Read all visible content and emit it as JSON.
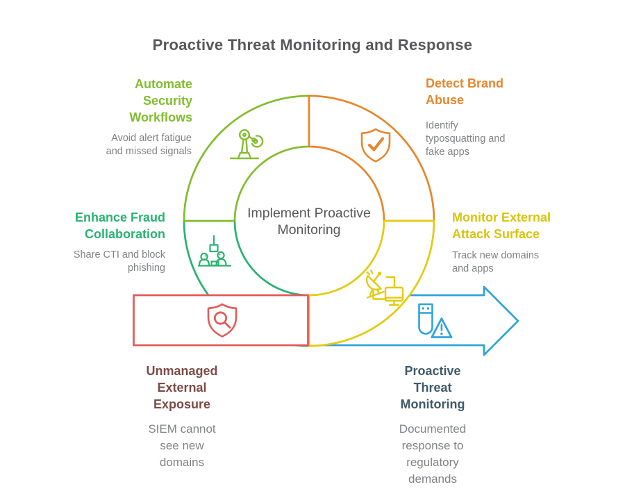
{
  "title": "Proactive Threat Monitoring and Response",
  "center": {
    "label": "Implement Proactive\nMonitoring"
  },
  "colors": {
    "title-gray": "#58585A",
    "subtext-gray": "#808285",
    "green": "#83BD2F",
    "orange": "#E6872C",
    "teal": "#2AB272",
    "yellow": "#E3CB10",
    "yellow-text": "#D8C40D",
    "red": "#E45B57",
    "blue": "#2EA3DC",
    "maroon": "#7B4B45",
    "slate": "#3F5A69"
  },
  "segments": [
    {
      "id": "automate",
      "label": "Automate\nSecurity\nWorkflows",
      "description": "Avoid alert fatigue\nand missed signals",
      "color": "#83BD2F",
      "icon": "robot-arm-icon"
    },
    {
      "id": "detect",
      "label": "Detect Brand\nAbuse",
      "description": "Identify\ntyposquatting and\nfake apps",
      "color": "#E6872C",
      "icon": "shield-check-icon"
    },
    {
      "id": "enhance",
      "label": "Enhance Fraud\nCollaboration",
      "description": "Share CTI and block\nphishing",
      "color": "#2AB272",
      "icon": "collaboration-icon"
    },
    {
      "id": "monitor",
      "label": "Monitor External\nAttack Surface",
      "description": "Track new domains\nand apps",
      "color": "#E3CB10",
      "icon": "satellite-monitor-icon"
    },
    {
      "id": "unmanaged",
      "label": "Unmanaged\nExternal\nExposure",
      "description": "SIEM cannot\nsee new\ndomains",
      "color": "#7B4B45",
      "icon": "shield-search-icon"
    },
    {
      "id": "proactive",
      "label": "Proactive\nThreat\nMonitoring",
      "description": "Documented\nresponse to\nregulatory\ndemands",
      "color": "#3F5A69",
      "icon": "usb-warning-icon"
    }
  ]
}
